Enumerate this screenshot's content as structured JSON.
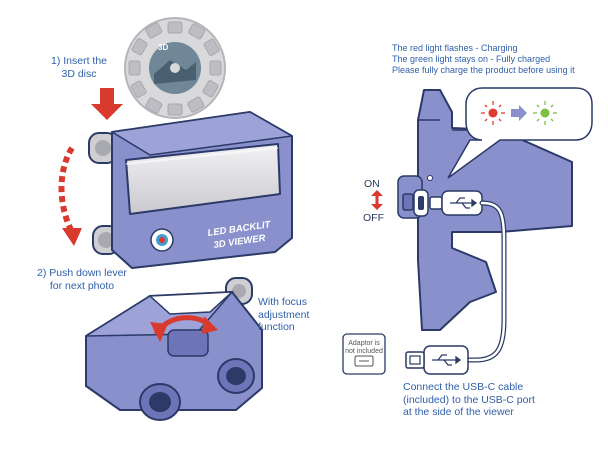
{
  "steps": {
    "insert_line1": "1) Insert the",
    "insert_line2": "3D disc",
    "push_line1": "2) Push down lever",
    "push_line2": "for next photo",
    "focus_line1": "With focus",
    "focus_line2": "adjustment",
    "focus_line3": "function"
  },
  "charging": {
    "line1": "The red light flashes - Charging",
    "line2": "The green light stays on - Fully charged",
    "line3": "Please fully charge the product before using it",
    "red": "#e23b2e",
    "green": "#7cc142"
  },
  "switch": {
    "on": "ON",
    "off": "OFF"
  },
  "viewer_brand": {
    "line1": "LED BACKLIT",
    "line2": "3D VIEWER"
  },
  "disc_label": "3D",
  "adaptor": {
    "line1": "Adaptor is",
    "line2": "not included"
  },
  "cable": {
    "line1": "Connect the USB-C cable",
    "line2": "(included) to the USB-C port",
    "line3": "at the side of the viewer"
  },
  "colors": {
    "body": "#8a90cc",
    "body_dark": "#6e74b8",
    "outline": "#2b3a67",
    "label_blue": "#2f5fa8",
    "arrow_red": "#d93a2e"
  },
  "icons": [
    "usb-icon",
    "usb-plug-icon",
    "light-indicator-icon",
    "arrow-right-icon"
  ]
}
